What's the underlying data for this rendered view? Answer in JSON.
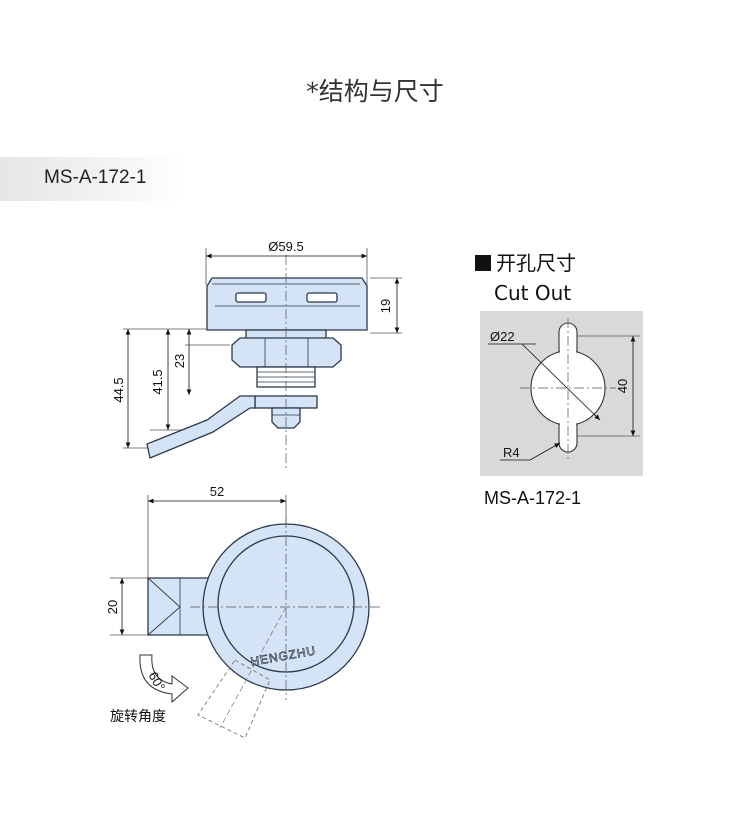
{
  "title": "*结构与尺寸",
  "model_tab": "MS-A-172-1",
  "cutout": {
    "heading": "开孔尺寸",
    "subheading": "Cut Out",
    "model": "MS-A-172-1",
    "dim_diameter": "22",
    "dim_height": "40",
    "dim_radius": "R4"
  },
  "side_view": {
    "dim_diameter": "59.5",
    "dim_cap_height": "19",
    "dim_a": "44.5",
    "dim_b": "41.5",
    "dim_c": "23"
  },
  "top_view": {
    "dim_width": "52",
    "dim_arm": "20",
    "brand": "HENGZHU",
    "angle": "60°",
    "rotation_label": "旋转角度"
  },
  "colors": {
    "part_fill": "#d4e3f5",
    "part_stroke": "#2b3a4a",
    "cutout_bg": "#d9d9d9"
  }
}
